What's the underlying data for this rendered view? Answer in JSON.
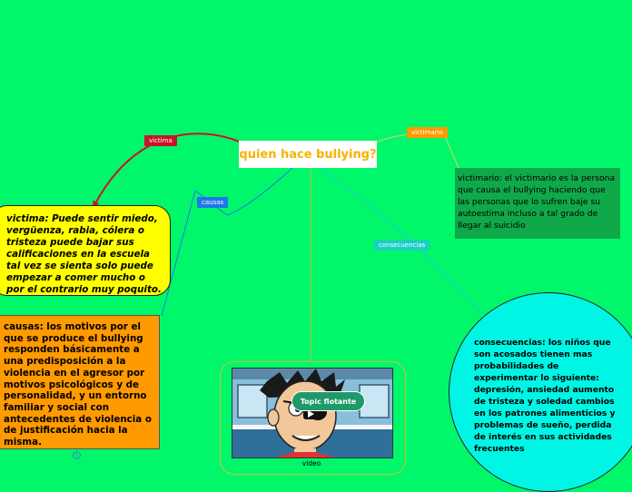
{
  "central_topic": "quien hace bullying?",
  "branches": {
    "victima_label": "victima",
    "causas_label": "causas",
    "consecuencias_label": "consecuencias",
    "victimario_label": "victimario",
    "video_label": "video"
  },
  "nodes": {
    "victima_text": "victima: Puede sentir miedo, vergüenza, rabia, cólera o tristeza puede bajar sus calificaciones en la escuela tal vez se sienta solo puede empezar a comer mucho o por el contrario muy poquito.",
    "causas_text": "causas: los motivos por el que se produce el bullying responden básicamente a una predisposición a la violencia en el agresor por motivos psicológicos y de personalidad, y un entorno familiar y social con antecedentes de violencia o de justificación hacia la misma.",
    "victimario_text": "victimario: el victimario es la persona que causa el bullying haciendo que las personas que lo sufren baje su autoestima incluso a tal grado de llegar al suicidio",
    "consecuencias_text": "consecuencias: los niños que son acosados tienen mas probabilidades de experimentar lo siguiente: depresión, ansiedad aumento de tristeza y soledad cambios en los patrones alimenticios y problemas de sueño, perdida de interés en sus actividades frecuentes"
  },
  "floating_topic": "Topic flotante",
  "count_badge": "1",
  "colors": {
    "background": "#00f76a",
    "central_text": "#f5b400",
    "victima": "#c81428",
    "causas": "#1e78e8",
    "consecuencias": "#1ad0c0",
    "victimario": "#ff9a00",
    "victima_node": "#ffff00",
    "causas_node": "#ff9a00",
    "victimario_node": "#10a94a",
    "consecuencias_node": "#00f5e4"
  },
  "icons": [
    "arrow-head-icon",
    "play-icon",
    "count-badge-icon"
  ]
}
